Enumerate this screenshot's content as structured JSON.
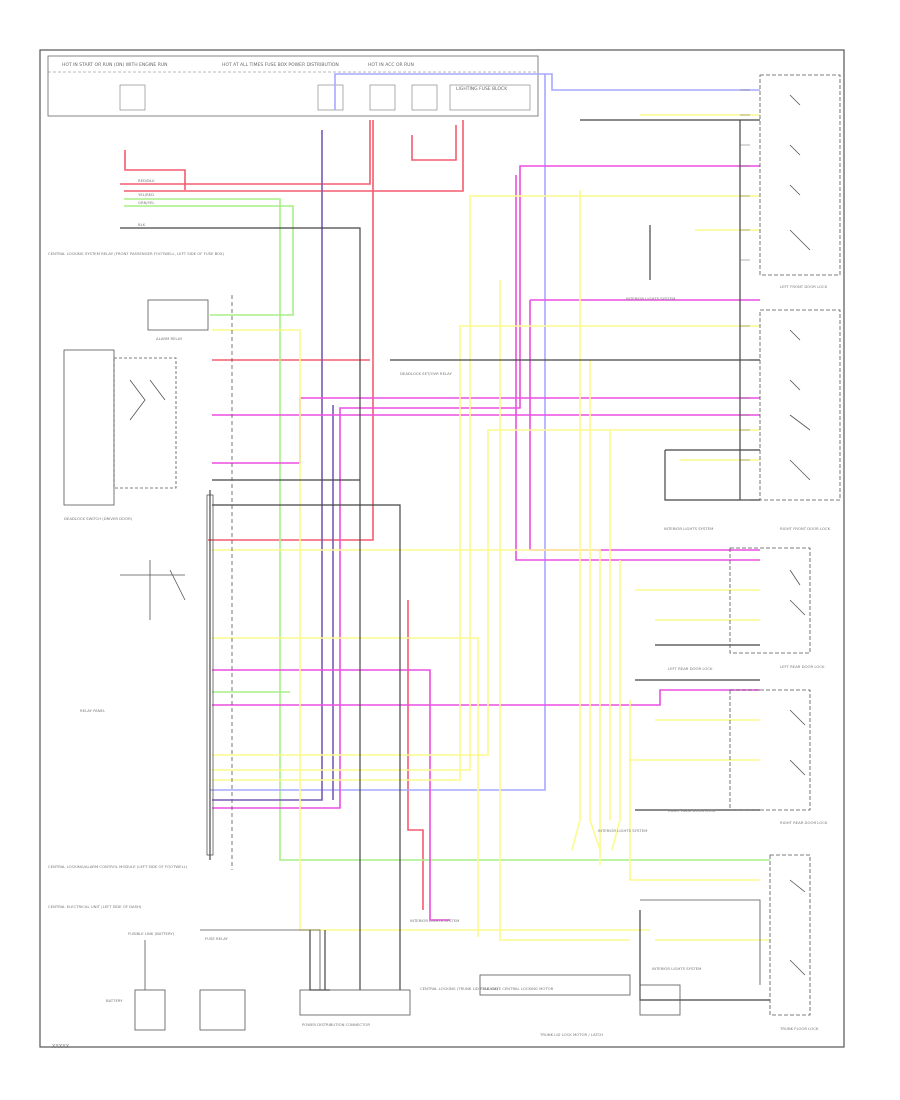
{
  "colors": {
    "red": "#f45c6e",
    "pink": "#ff5fc8",
    "magenta": "#ec4ee0",
    "yellow": "#fbfa8e",
    "green": "#a8ee86",
    "blue": "#a7a8ff",
    "purple": "#7a5ab6",
    "black": "#454545",
    "gray": "#999999"
  },
  "title_boxes": {
    "hot_start_run": "HOT IN START OR RUN (ON) WITH ENGINE RUN",
    "hot_at_all_times": "HOT AT ALL TIMES FUSE BOX POWER DISTRIBUTION",
    "hot_in_acc": "HOT IN ACC OR RUN",
    "fuse_block": "LIGHTING FUSE BLOCK"
  },
  "components": {
    "central_locking": "CENTRAL LOCKING SYSTEM RELAY (FRONT PASSENGER FOOTWELL, LEFT SIDE OF FUSE BOX)",
    "alarm_relay": "ALARM RELAY",
    "deadlock_switch": "DEADLOCK SWITCH (DRIVER DOOR)",
    "deadlock_sw_relay": "DEADLOCK SET/OVR RELAY",
    "relay_panel": "RELAY PANEL",
    "control_module": "CENTRAL LOCKING/ALARM CONTROL MODULE (LEFT SIDE OF FOOTWELL)",
    "central_control_unit": "CENTRAL ELECTRICAL UNIT (LEFT SIDE OF DASH)",
    "fuse_link": "FUSIBLE LINK (BATTERY)",
    "battery": "BATTERY",
    "fuse_relay": "FUSE RELAY",
    "power_distribution": "POWER DISTRIBUTION CONNECTOR",
    "interior_lights": "INTERIOR LIGHTS SYSTEM",
    "trunk_lid_light": "CENTRAL LOCKING (TRUNK LID RELEASE)",
    "tail_lamp": "TAIL GATE CENTRAL LOCKING MOTOR",
    "trunk_lock": "TRUNK LID LOCK MOTOR / LATCH",
    "left_front": "LEFT FRONT DOOR LOCK",
    "right_front": "RIGHT FRONT DOOR LOCK",
    "left_rear": "LEFT REAR DOOR LOCK",
    "right_rear": "RIGHT REAR DOOR LOCK",
    "trunk_lid": "TRUNK FLOOR LOCK",
    "interior_lamp_1": "INTERIOR LIGHTS SYSTEM",
    "interior_lamp_2": "INTERIOR LIGHTS SYSTEM",
    "interior_lamp_3": "INTERIOR LIGHTS SYSTEM",
    "interior_lamp_4": "INTERIOR LIGHTS SYSTEM",
    "left_rear_door_lock": "LEFT REAR DOOR LOCK",
    "right_rear_door_lock": "RIGHT REAR DOOR LOCK"
  },
  "connectors": {
    "c1": "RED/BLU",
    "c2": "YEL/RED",
    "c3": "GRN/YEL",
    "c4": "BLK"
  },
  "page_id": "XXXXX"
}
